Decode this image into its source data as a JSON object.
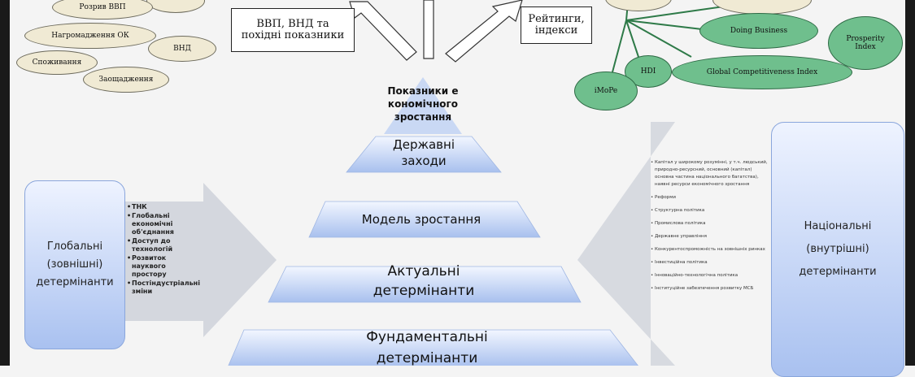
{
  "top_left_box": "ВВП, ВНД та похідні показники",
  "top_right_box": "Рейтинги, індекси",
  "left_ellipses": [
    "Розрив ВВП",
    "Нагромадження ОК",
    "Споживання",
    "ВНД",
    "Заощадження"
  ],
  "right_ellipses": [
    "Doing Business",
    "Prosperity Index",
    "HDI",
    "Global Competitiveness Index",
    "iMoPe"
  ],
  "apex_label": "Показники економічного зростання",
  "tiers": [
    "Державні заходи",
    "Модель зростання",
    "Актуальні детермінанти",
    "Фундаментальні детермінанти"
  ],
  "global_box": "Глобальні (зовнішні) детермінанти",
  "national_box": "Національні (внутрішні) детермінанти",
  "global_items": [
    "ТНК",
    "Глобальні економічні об'єднання",
    "Доступ до технологій",
    "Розвиток науквого простору",
    "Постіндустріальні зміни"
  ],
  "national_items": [
    "Капітал у широкому розумінні, у т.ч. людський, природно-ресурсний, основний (капітал) основна частина національного багатства), наявні ресурси економічного зростання",
    "Реформи",
    "Структурна політика",
    "Промислова політика",
    "Державне управління",
    "Конкурентоспроможність на зовнішніх ринках",
    "Інвестиційна політика",
    "Інноваційно-технологічна політика",
    "Інституційне забезпечення розвитку МСБ"
  ],
  "colors": {
    "tan": "#f0ead4",
    "green": "#6fbf8d",
    "blue_light": "#eef3ff",
    "blue": "#a9c1f0",
    "arrow": "#d4d7de"
  }
}
